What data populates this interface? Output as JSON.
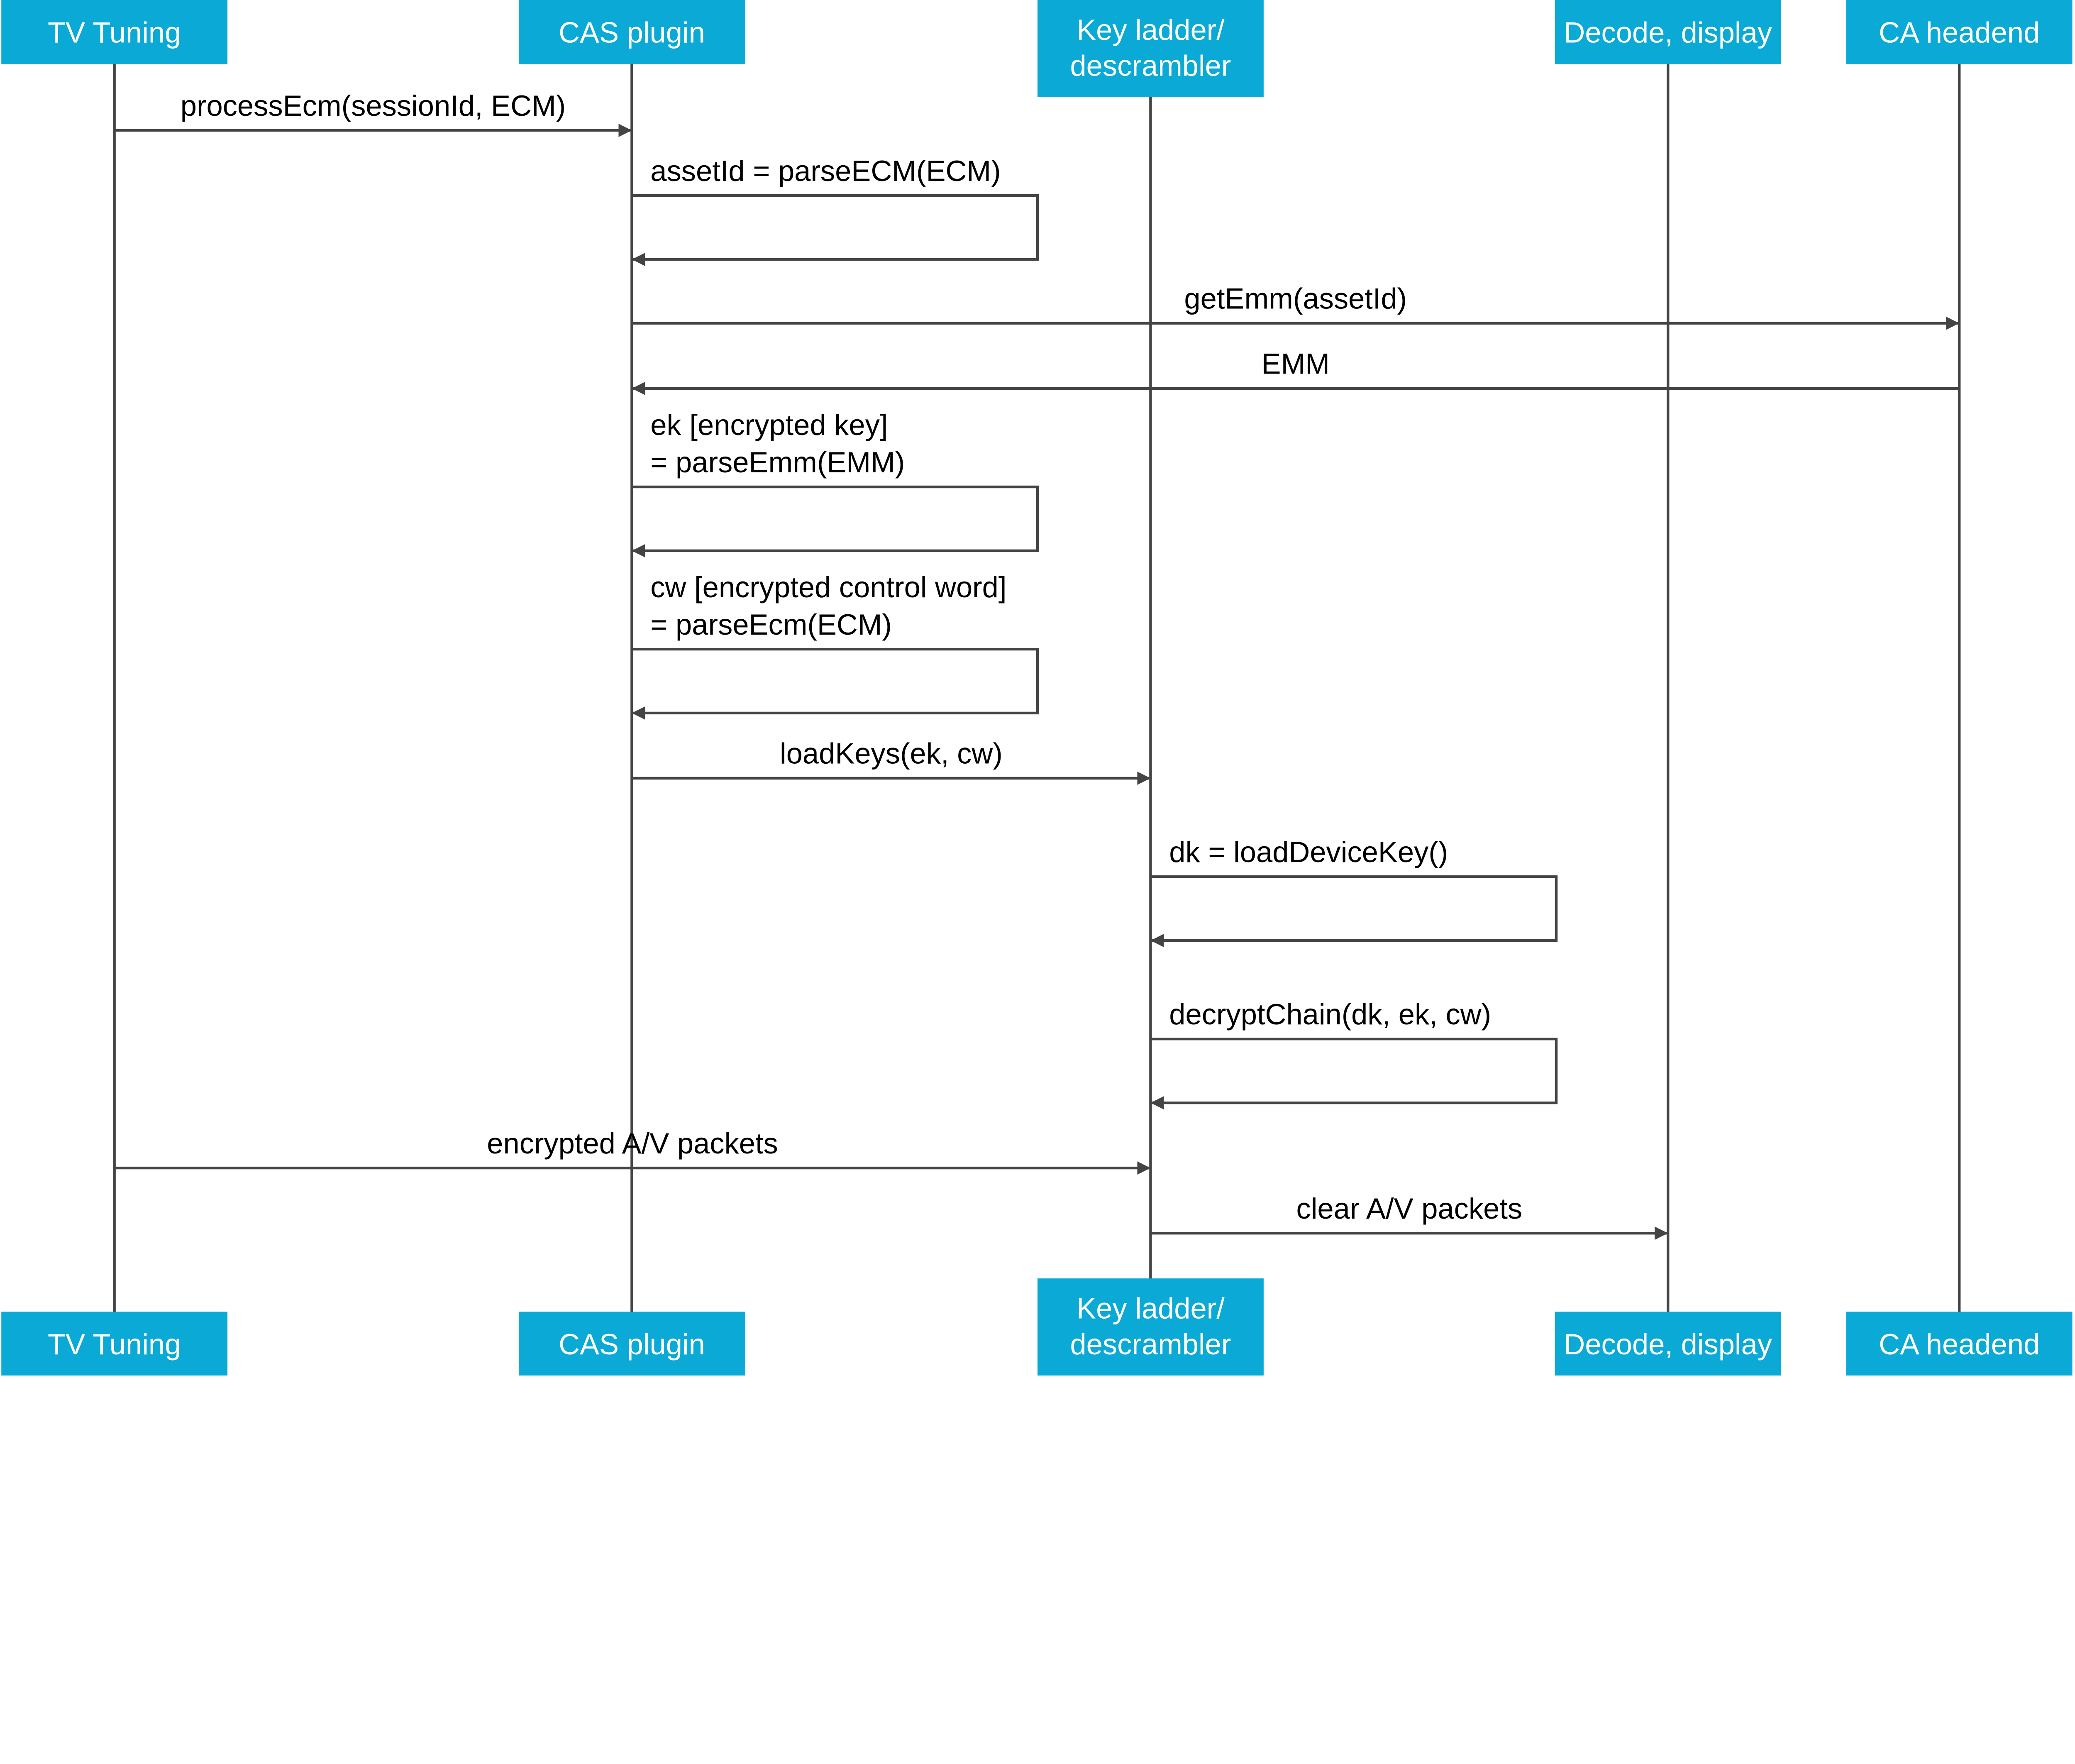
{
  "diagram_type": "sequence",
  "colors": {
    "participant_fill": "#0aa9d6",
    "participant_text": "#ffffff",
    "line": "#444444",
    "label": "#000000"
  },
  "participants": [
    {
      "lines": [
        "TV Tuning"
      ]
    },
    {
      "lines": [
        "CAS plugin"
      ]
    },
    {
      "lines": [
        "Key ladder/",
        "descrambler"
      ]
    },
    {
      "lines": [
        "Decode, display"
      ]
    },
    {
      "lines": [
        "CA headend"
      ]
    }
  ],
  "messages": [
    {
      "from": 0,
      "to": 1,
      "lines": [
        "processEcm(sessionId, ECM)"
      ]
    },
    {
      "from": 1,
      "to": 1,
      "lines": [
        "assetId = parseECM(ECM)"
      ]
    },
    {
      "from": 1,
      "to": 4,
      "lines": [
        "getEmm(assetId)"
      ]
    },
    {
      "from": 4,
      "to": 1,
      "lines": [
        "EMM"
      ]
    },
    {
      "from": 1,
      "to": 1,
      "lines": [
        "ek [encrypted key]",
        "= parseEmm(EMM)"
      ]
    },
    {
      "from": 1,
      "to": 1,
      "lines": [
        "cw [encrypted control word]",
        "= parseEcm(ECM)"
      ]
    },
    {
      "from": 1,
      "to": 2,
      "lines": [
        "loadKeys(ek, cw)"
      ]
    },
    {
      "from": 2,
      "to": 2,
      "lines": [
        "dk = loadDeviceKey()"
      ]
    },
    {
      "from": 2,
      "to": 2,
      "lines": [
        "decryptChain(dk, ek, cw)"
      ]
    },
    {
      "from": 0,
      "to": 2,
      "lines": [
        "encrypted A/V packets"
      ]
    },
    {
      "from": 2,
      "to": 3,
      "lines": [
        "clear A/V packets"
      ]
    }
  ]
}
